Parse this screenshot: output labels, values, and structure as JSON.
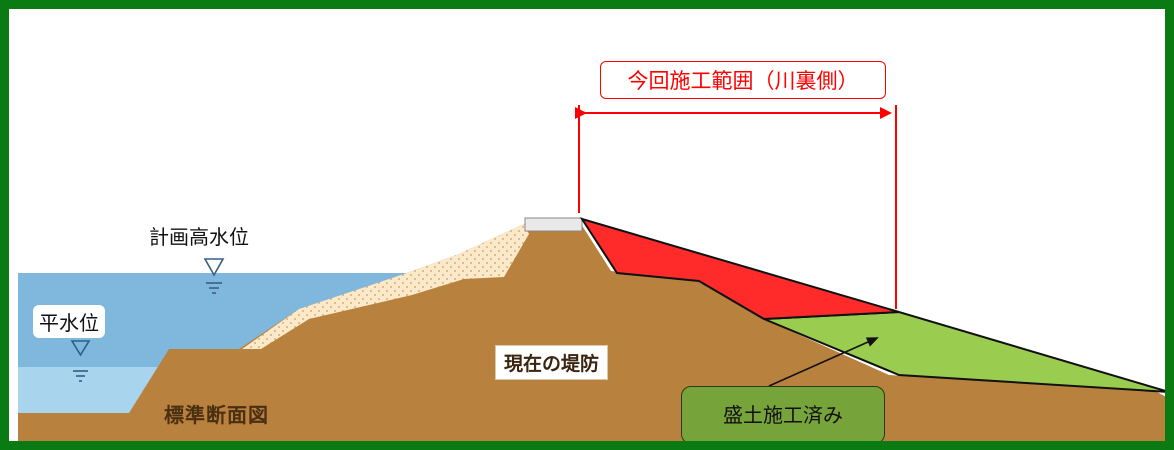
{
  "labels": {
    "construction_scope": "今回施工範囲（川裏側）",
    "high_water_level": "計画高水位",
    "normal_water_level": "平水位",
    "standard_section": "標準断面図",
    "current_levee": "現在の堤防",
    "embankment_done": "盛土施工済み"
  },
  "colors": {
    "frame": "#0a7a12",
    "scope": "#ff0000",
    "levee_soil": "#b8813d",
    "water": "#7fb7dd",
    "new_fill_red": "#ff2b2b",
    "completed_fill_green": "#9acd4f"
  },
  "icons": {
    "water_level_marker": "inverted-triangle-icon",
    "scope_arrow": "double-arrow-icon"
  }
}
